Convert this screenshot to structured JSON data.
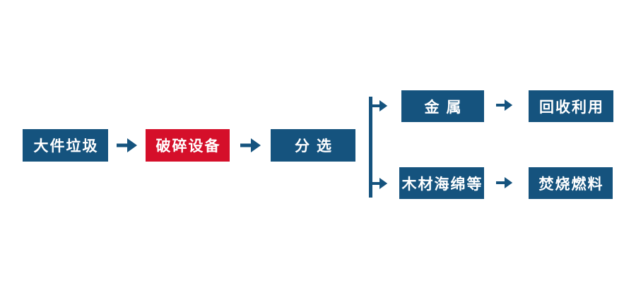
{
  "flowchart": {
    "colors": {
      "node_blue": "#15537E",
      "node_red": "#D50F2A",
      "arrow_blue": "#15537E",
      "node_text": "#FFFFFF",
      "background": "#FFFFFF"
    },
    "nodes": {
      "bulky_waste": {
        "label": "大件垃圾"
      },
      "crushing_equipment": {
        "label": "破碎设备"
      },
      "sorting": {
        "label": "分选"
      },
      "metal": {
        "label": "金属"
      },
      "recycling": {
        "label": "回收利用"
      },
      "wood_sponge_etc": {
        "label": "木材海绵等"
      },
      "incineration_fuel": {
        "label": "焚烧燃料"
      }
    }
  }
}
